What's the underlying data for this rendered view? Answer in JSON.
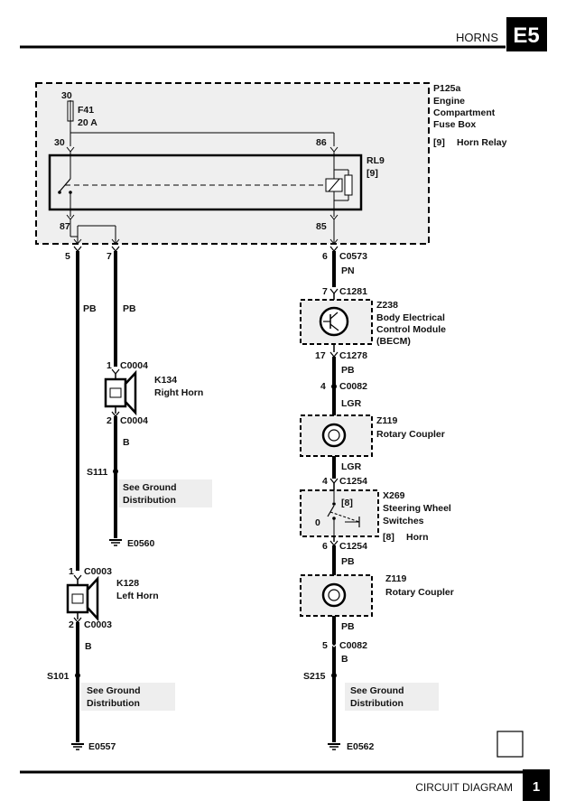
{
  "header": {
    "title": "HORNS",
    "section": "E5"
  },
  "footer": {
    "label": "CIRCUIT DIAGRAM",
    "page": "1"
  },
  "fuse_box": {
    "id": "P125a",
    "name_lines": [
      "Engine",
      "Compartment",
      "Fuse Box"
    ],
    "ref": "[9]",
    "ref_desc": "Horn Relay",
    "supply_pin": "30",
    "fuse_id": "F41",
    "fuse_rating": "20 A",
    "pin_30": "30",
    "pin_86": "86",
    "pin_87": "87",
    "pin_85": "85"
  },
  "relay": {
    "id": "RL9",
    "ref": "[9]"
  },
  "left_branch": {
    "pin5": "5",
    "pin7": "7",
    "wire_pb_left": "PB",
    "wire_pb_right": "PB"
  },
  "right_horn": {
    "id": "K134",
    "name": "Right Horn",
    "pin_top": "1",
    "conn_top": "C0004",
    "pin_bottom": "2",
    "conn_bottom": "C0004",
    "wire": "B",
    "splice": "S111",
    "see_lines": [
      "See Ground",
      "Distribution"
    ],
    "ground": "E0560"
  },
  "left_horn": {
    "id": "K128",
    "name": "Left Horn",
    "pin_top": "1",
    "conn_top": "C0003",
    "pin_bottom": "2",
    "conn_bottom": "C0003",
    "wire": "B",
    "splice": "S101",
    "see_lines": [
      "See Ground",
      "Distribution"
    ],
    "ground": "E0557"
  },
  "right_chain": {
    "pin6": "6",
    "conn_c0573": "C0573",
    "wire_pn": "PN",
    "pin7": "7",
    "conn_c1281": "C1281",
    "becm_id": "Z238",
    "becm_lines": [
      "Body Electrical",
      "Control Module",
      "(BECM)"
    ],
    "pin17": "17",
    "conn_c1278": "C1278",
    "wire_pb1": "PB",
    "pin4a": "4",
    "conn_c0082a": "C0082",
    "wire_lgr1": "LGR",
    "rc1_id": "Z119",
    "rc1_name": "Rotary Coupler",
    "wire_lgr2": "LGR",
    "pin4b": "4",
    "conn_c1254a": "C1254",
    "sw_id": "X269",
    "sw_lines": [
      "Steering Wheel",
      "Switches"
    ],
    "sw_ref_inner": "[8]",
    "sw_pos": "0",
    "sw_ref": "[8]",
    "sw_ref_desc": "Horn",
    "pin6b": "6",
    "conn_c1254b": "C1254",
    "wire_pb2": "PB",
    "rc2_id": "Z119",
    "rc2_name": "Rotary Coupler",
    "wire_pb3": "PB",
    "pin5": "5",
    "conn_c0082b": "C0082",
    "wire_b": "B",
    "splice": "S215",
    "see_lines": [
      "See Ground",
      "Distribution"
    ],
    "ground": "E0562"
  }
}
